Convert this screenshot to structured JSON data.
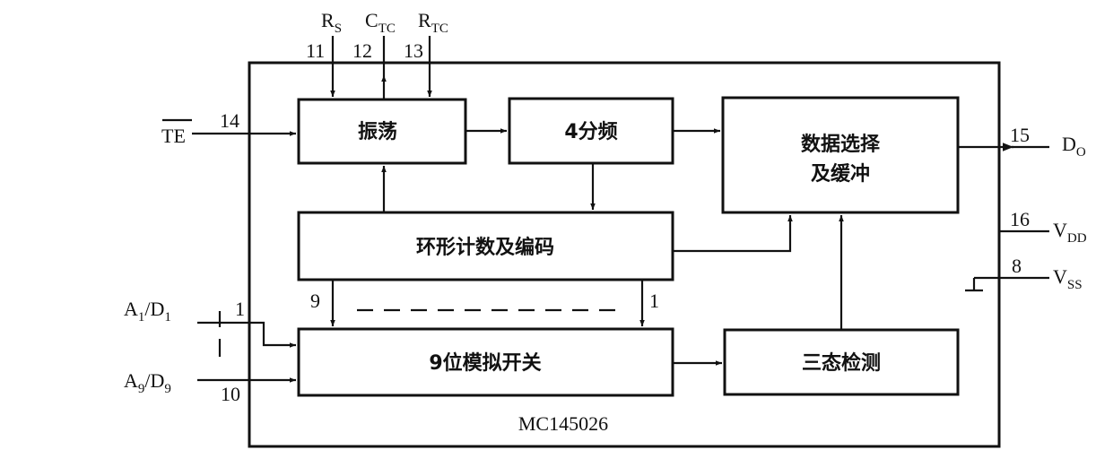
{
  "chip": {
    "name": "MC145026"
  },
  "blocks": {
    "oscillator": "振荡",
    "divider": "4分频",
    "data_select_line1": "数据选择",
    "data_select_line2": "及缓冲",
    "ring_counter": "环形计数及编码",
    "analog_switch": "9位模拟开关",
    "tristate_detect": "三态检测"
  },
  "pins": {
    "rs": {
      "base": "R",
      "sub": "S",
      "number": "11"
    },
    "ctc": {
      "base": "C",
      "sub": "TC",
      "number": "12"
    },
    "rtc": {
      "base": "R",
      "sub": "TC",
      "number": "13"
    },
    "te": {
      "label": "TE",
      "number": "14"
    },
    "do": {
      "base": "D",
      "sub": "O",
      "number": "15"
    },
    "vdd": {
      "base": "V",
      "sub": "DD",
      "number": "16"
    },
    "vss": {
      "base": "V",
      "sub": "SS",
      "number": "8"
    },
    "a1": {
      "a": "A",
      "a_sub": "1",
      "slash": "/",
      "d": "D",
      "d_sub": "1",
      "number": "1"
    },
    "a9": {
      "a": "A",
      "a_sub": "9",
      "slash": "/",
      "d": "D",
      "d_sub": "9",
      "number": "10"
    }
  },
  "bus_labels": {
    "left": "9",
    "right": "1"
  },
  "icons": [
    "arrow-head-icon",
    "ground-icon"
  ]
}
